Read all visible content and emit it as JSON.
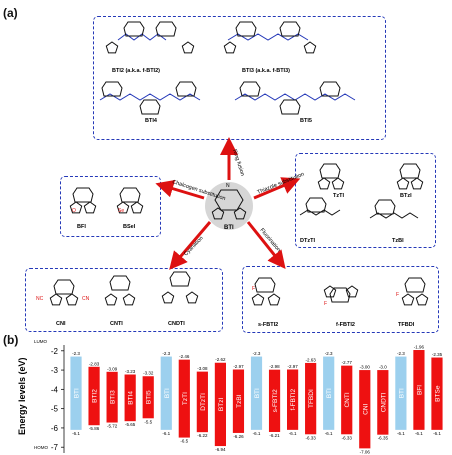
{
  "panel_a_label": "(a)",
  "panel_b_label": "(b)",
  "center": {
    "label": "BTI"
  },
  "arrows": {
    "ring_fusion": "Ring fusion",
    "chalcogen": "Chalcogen substitution",
    "thiazole": "Thiazole substitution",
    "cyanation": "Cyanation",
    "fluorination": "Fluorination"
  },
  "groups": {
    "ring_fusion": [
      "BTI2 (a.k.a. f-BTI2)",
      "BTI3 (a.k.a. f-BTI3)",
      "BTI4",
      "BTI5"
    ],
    "chalcogen": [
      "BFI",
      "BSeI"
    ],
    "thiazole": [
      "TzTI",
      "BTzI",
      "DTzTI",
      "TzBI"
    ],
    "cyanation": [
      "CNI",
      "CNTI",
      "CNDTI"
    ],
    "fluorination": [
      "s-FBTI2",
      "f-FBTI2",
      "TFBDI"
    ]
  },
  "chart_data": {
    "type": "bar",
    "ylabel": "Energy levels (eV)",
    "ylim": [
      -7.3,
      -1.7
    ],
    "yticks": [
      "-2",
      "-3",
      "-4",
      "-5",
      "-6",
      "-7"
    ],
    "lumo_label": "LUMO",
    "homo_label": "HOMO",
    "categories": [
      "BTI",
      "BTI2",
      "BTI3",
      "BTI4",
      "BTI5",
      "BTI",
      "TzTI",
      "DTzTI",
      "BTzI",
      "TzBI",
      "BTI",
      "s-FBTI2",
      "f-FBTI2",
      "TFBDI",
      "BTI",
      "CNTI",
      "CNI",
      "CNDTI",
      "BTI",
      "BFI",
      "BTSe"
    ],
    "reference": [
      true,
      false,
      false,
      false,
      false,
      true,
      false,
      false,
      false,
      false,
      true,
      false,
      false,
      false,
      true,
      false,
      false,
      false,
      true,
      false,
      false
    ],
    "lumo": [
      -2.3,
      -2.83,
      -3.09,
      -3.23,
      -3.32,
      -2.3,
      -2.46,
      -3.08,
      -2.62,
      -2.97,
      -2.3,
      -2.98,
      -2.97,
      -2.63,
      -2.3,
      -2.77,
      -3.0,
      -3.0,
      -2.3,
      -1.96,
      -2.35
    ],
    "lumo_labels": [
      "-2.3",
      "-2.83",
      "-3.09",
      "-3.23",
      "-3.32",
      "-2.3",
      "-2.46",
      "-3.08",
      "-2.62",
      "-2.97",
      "-2.3",
      "-2.98",
      "-2.97",
      "-2.63",
      "-2.3",
      "-2.77",
      "-3.00",
      "-3.0",
      "-2.3",
      "-1.96",
      "-2.35"
    ],
    "homo": [
      -6.1,
      -5.86,
      -5.72,
      -5.65,
      -5.5,
      -6.1,
      -6.5,
      -6.22,
      -6.94,
      -6.26,
      -6.1,
      -6.21,
      -6.1,
      -6.33,
      -6.1,
      -6.33,
      -7.06,
      -6.35,
      -6.1,
      -6.1,
      -6.1
    ],
    "homo_labels": [
      "-6.1",
      "-5.86",
      "-5.72",
      "-5.65",
      "-5.5",
      "-6.1",
      "-6.5",
      "-6.22",
      "-6.94",
      "-6.26",
      "-6.1",
      "-6.21",
      "-6.1",
      "-6.33",
      "-6.1",
      "-6.33",
      "-7.06",
      "-6.35",
      "-6.1",
      "-6.1",
      "-6.1"
    ],
    "colors": {
      "reference": "#9cd0ee",
      "derivative": "#ee1111"
    },
    "grid": false
  }
}
